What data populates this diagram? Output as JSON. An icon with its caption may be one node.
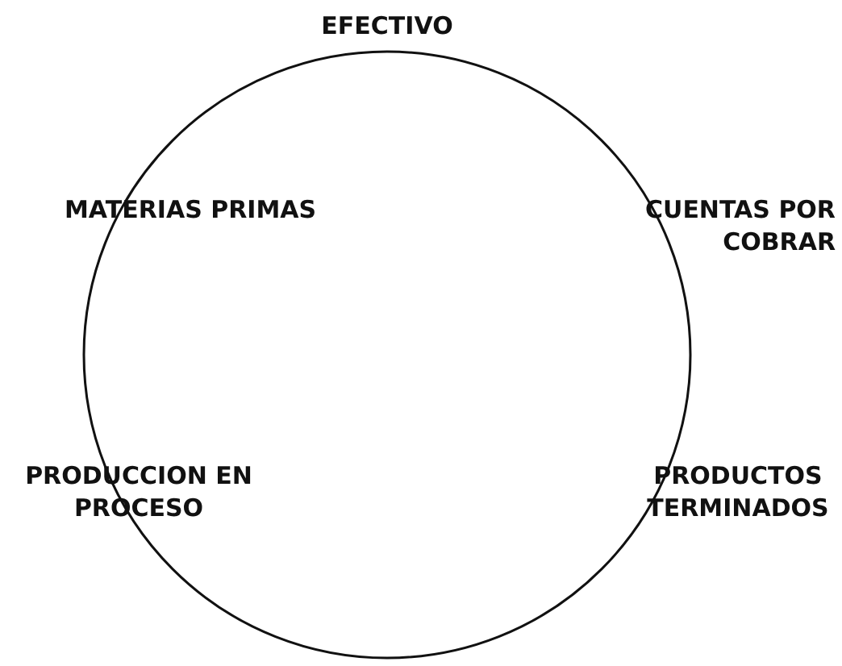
{
  "diagram": {
    "labels": [
      "EFECTIVO",
      "MATERIAS PRIMAS",
      "CUENTAS POR COBRAR",
      "PRODUCCION EN PROCESO",
      "PRODUCTOS TERMINADOS"
    ]
  }
}
